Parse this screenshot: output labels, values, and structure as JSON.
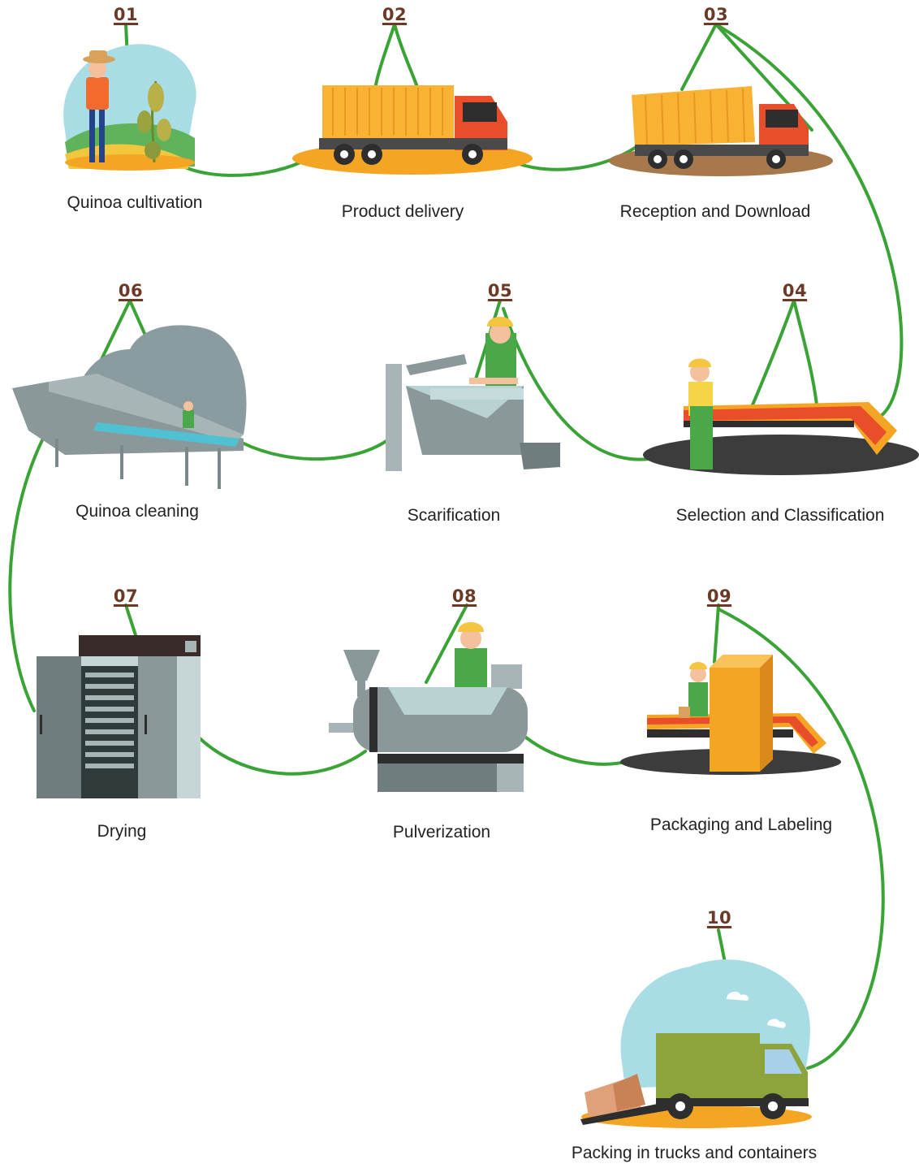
{
  "colors": {
    "connector": "#3aa335",
    "number": "#6b3a26",
    "label": "#222222",
    "accent_orange": "#f5a524",
    "accent_red": "#e94e2a",
    "machine_gray": "#8a9899"
  },
  "steps": [
    {
      "number": "01",
      "label": "Quinoa cultivation",
      "icon": "farmer-plant-icon"
    },
    {
      "number": "02",
      "label": "Product delivery",
      "icon": "container-truck-icon"
    },
    {
      "number": "03",
      "label": "Reception and Download",
      "icon": "dump-truck-icon"
    },
    {
      "number": "04",
      "label": "Selection and Classification",
      "icon": "conveyor-worker-icon"
    },
    {
      "number": "05",
      "label": "Scarification",
      "icon": "scarifier-machine-icon"
    },
    {
      "number": "06",
      "label": "Quinoa cleaning",
      "icon": "washing-line-icon"
    },
    {
      "number": "07",
      "label": "Drying",
      "icon": "drying-oven-icon"
    },
    {
      "number": "08",
      "label": "Pulverization",
      "icon": "pulverizer-machine-icon"
    },
    {
      "number": "09",
      "label": "Packaging and Labeling",
      "icon": "packaging-machine-icon"
    },
    {
      "number": "10",
      "label": "Packing in trucks and containers",
      "icon": "delivery-truck-icon"
    }
  ]
}
